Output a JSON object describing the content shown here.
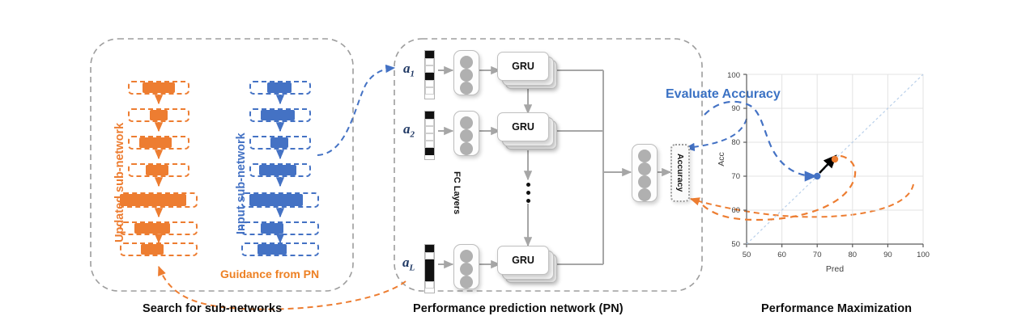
{
  "figure": {
    "background": "#ffffff",
    "colors": {
      "orange": "#ED7D31",
      "blue": "#4472C4",
      "eval_blue": "#3B72C4",
      "panel_border": "#9d9d9d",
      "arrow_gray": "#a6a6a6",
      "text_dark": "#0d0d0d"
    }
  },
  "panels": [
    {
      "id": "search",
      "caption": "Search for sub-networks"
    },
    {
      "id": "pn",
      "caption": "Performance prediction network (PN)"
    },
    {
      "id": "maximize",
      "caption": "Performance Maximization"
    }
  ],
  "search_panel": {
    "caption": "Search for sub-networks",
    "guidance_label": "Guidance from PN",
    "networks": [
      {
        "name": "updated-sub-network",
        "label": "Updated sub-network",
        "color": "#ED7D31",
        "layers": [
          {
            "outline_w": 76,
            "fill_w": 40,
            "fill_off": 18
          },
          {
            "outline_w": 76,
            "fill_w": 22,
            "fill_off": 27
          },
          {
            "outline_w": 76,
            "fill_w": 40,
            "fill_off": 14
          },
          {
            "outline_w": 76,
            "fill_w": 28,
            "fill_off": 22
          },
          {
            "outline_w": 96,
            "fill_w": 82,
            "fill_off": 0
          },
          {
            "outline_w": 96,
            "fill_w": 44,
            "fill_off": 18
          },
          {
            "outline_w": 96,
            "fill_w": 28,
            "fill_off": 26
          }
        ]
      },
      {
        "name": "input-sub-network",
        "label": "Input sub-network",
        "color": "#4472C4",
        "layers": [
          {
            "outline_w": 76,
            "fill_w": 30,
            "fill_off": 22
          },
          {
            "outline_w": 76,
            "fill_w": 42,
            "fill_off": 14
          },
          {
            "outline_w": 76,
            "fill_w": 22,
            "fill_off": 26
          },
          {
            "outline_w": 76,
            "fill_w": 46,
            "fill_off": 12
          },
          {
            "outline_w": 96,
            "fill_w": 66,
            "fill_off": 10
          },
          {
            "outline_w": 96,
            "fill_w": 28,
            "fill_off": 24
          },
          {
            "outline_w": 96,
            "fill_w": 36,
            "fill_off": 20
          }
        ]
      }
    ]
  },
  "pn_panel": {
    "caption": "Performance prediction network (PN)",
    "fc_layers_label": "FC Layers",
    "gru_label": "GRU",
    "accuracy_label": "Accuracy",
    "inputs": [
      {
        "name": "a1",
        "label": "a",
        "sub": "1",
        "code": [
          1,
          0,
          0,
          1,
          0,
          0
        ]
      },
      {
        "name": "a2",
        "label": "a",
        "sub": "2",
        "code": [
          1,
          0,
          0,
          0,
          0,
          1
        ]
      },
      {
        "name": "aL",
        "label": "a",
        "sub": "L",
        "code": [
          1,
          0,
          1,
          1,
          1,
          0
        ]
      }
    ],
    "output_fc_dots": 4,
    "fc_dots_per_stack": 3
  },
  "maximize_panel": {
    "caption": "Performance Maximization",
    "evaluate_label": "Evaluate Accuracy"
  },
  "chart_data": {
    "type": "scatter",
    "title": "",
    "xlabel": "Pred",
    "ylabel": "Acc",
    "xlim": [
      50,
      100
    ],
    "ylim": [
      50,
      100
    ],
    "xticks": [
      50,
      60,
      70,
      80,
      90,
      100
    ],
    "yticks": [
      50,
      60,
      70,
      80,
      90,
      100
    ],
    "grid": true,
    "legend": false,
    "reference_line": {
      "name": "identity",
      "from": [
        50,
        50
      ],
      "to": [
        100,
        100
      ],
      "style": "dotted",
      "color": "#b9d0ea"
    },
    "series": [
      {
        "name": "evaluate-accuracy-curve",
        "color": "#4472C4",
        "style": "dashed",
        "points": [
          [
            44,
            88
          ],
          [
            47,
            90
          ],
          [
            51,
            90
          ],
          [
            54,
            88
          ],
          [
            56,
            82
          ],
          [
            58,
            78
          ],
          [
            61,
            75
          ],
          [
            65,
            72
          ],
          [
            68,
            70.5
          ],
          [
            70,
            70
          ]
        ]
      },
      {
        "name": "guidance-curve",
        "color": "#ED7D31",
        "style": "dashed",
        "points": [
          [
            44,
            61
          ],
          [
            48,
            58
          ],
          [
            55,
            57
          ],
          [
            62,
            57.5
          ],
          [
            70,
            59
          ],
          [
            76,
            62
          ],
          [
            80,
            66
          ],
          [
            82,
            70
          ],
          [
            81,
            74
          ],
          [
            78,
            75.5
          ],
          [
            75,
            75
          ]
        ]
      }
    ],
    "markers": [
      {
        "name": "current-point",
        "x": 70,
        "y": 70,
        "color": "#4472C4"
      },
      {
        "name": "optimized-point",
        "x": 75,
        "y": 75,
        "color": "#ED7D31"
      }
    ],
    "annotations": [
      {
        "name": "improvement-arrow",
        "from": [
          70.5,
          70.5
        ],
        "to": [
          74.5,
          74.6
        ],
        "color": "#000000"
      }
    ]
  }
}
